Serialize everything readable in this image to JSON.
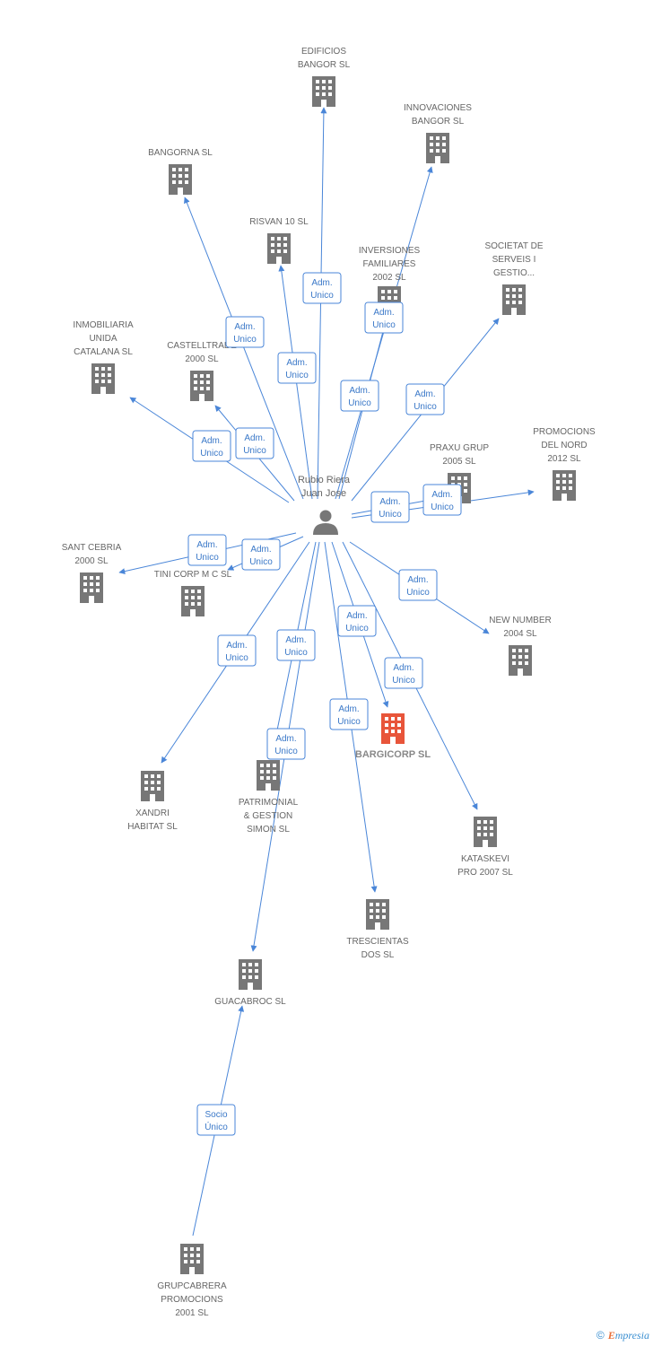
{
  "person": {
    "label_line1": "Rubio Riera",
    "label_line2": "Juan Jose"
  },
  "colors": {
    "edge": "#4a86d8",
    "company": "#777777",
    "highlight": "#e8553a"
  },
  "companies": [
    {
      "id": "edificios",
      "lines": [
        "EDIFICIOS",
        "BANGOR SL"
      ]
    },
    {
      "id": "innovaciones",
      "lines": [
        "INNOVACIONES",
        "BANGOR SL"
      ]
    },
    {
      "id": "bangorna",
      "lines": [
        "BANGORNA SL"
      ]
    },
    {
      "id": "risvan",
      "lines": [
        "RISVAN 10 SL"
      ]
    },
    {
      "id": "inversiones",
      "lines": [
        "INVERSIONES",
        "FAMILIARES",
        "2002 SL"
      ]
    },
    {
      "id": "societat",
      "lines": [
        "SOCIETAT DE",
        "SERVEIS I",
        "GESTIO..."
      ]
    },
    {
      "id": "inmobiliaria",
      "lines": [
        "INMOBILIARIA",
        "UNIDA",
        "CATALANA SL"
      ]
    },
    {
      "id": "castelltrade",
      "lines": [
        "CASTELLTRADE",
        "2000 SL"
      ]
    },
    {
      "id": "praxu",
      "lines": [
        "PRAXU GRUP",
        "2005 SL"
      ]
    },
    {
      "id": "promocions",
      "lines": [
        "PROMOCIONS",
        "DEL NORD",
        "2012  SL"
      ]
    },
    {
      "id": "santcebria",
      "lines": [
        "SANT CEBRIA",
        "2000 SL"
      ]
    },
    {
      "id": "tinicorp",
      "lines": [
        "TINI CORP M C SL"
      ]
    },
    {
      "id": "newnumber",
      "lines": [
        "NEW NUMBER",
        "2004 SL"
      ]
    },
    {
      "id": "bargicorp",
      "lines": [
        "BARGICORP SL"
      ],
      "highlight": true
    },
    {
      "id": "xandri",
      "lines": [
        "XANDRI",
        "HABITAT SL"
      ]
    },
    {
      "id": "patrimonial",
      "lines": [
        "PATRIMONIAL",
        "& GESTION",
        "SIMON SL"
      ]
    },
    {
      "id": "kataskevi",
      "lines": [
        "KATASKEVI",
        "PRO 2007 SL"
      ]
    },
    {
      "id": "trescientas",
      "lines": [
        "TRESCIENTAS",
        "DOS SL"
      ]
    },
    {
      "id": "guacabroc",
      "lines": [
        "GUACABROC SL"
      ]
    },
    {
      "id": "grupcabrera",
      "lines": [
        "GRUPCABRERA",
        "PROMOCIONS",
        "2001 SL"
      ]
    }
  ],
  "edges": [
    {
      "from": "person",
      "to": "edificios",
      "lines": [
        "Adm.",
        "Unico"
      ]
    },
    {
      "from": "person",
      "to": "innovaciones",
      "lines": [
        "Adm.",
        "Unico"
      ]
    },
    {
      "from": "person",
      "to": "bangorna",
      "lines": [
        "Adm.",
        "Unico"
      ]
    },
    {
      "from": "person",
      "to": "risvan",
      "lines": [
        "Adm.",
        "Unico"
      ]
    },
    {
      "from": "person",
      "to": "inversiones",
      "lines": [
        "Adm.",
        "Unico"
      ]
    },
    {
      "from": "person",
      "to": "societat",
      "lines": [
        "Adm.",
        "Unico"
      ]
    },
    {
      "from": "person",
      "to": "inmobiliaria",
      "lines": [
        "Adm.",
        "Unico"
      ]
    },
    {
      "from": "person",
      "to": "castelltrade",
      "lines": [
        "Adm.",
        "Unico"
      ]
    },
    {
      "from": "person",
      "to": "praxu",
      "lines": [
        "Adm.",
        "Unico"
      ]
    },
    {
      "from": "person",
      "to": "promocions",
      "lines": [
        "Adm.",
        "Unico"
      ]
    },
    {
      "from": "person",
      "to": "santcebria",
      "lines": [
        "Adm.",
        "Unico"
      ]
    },
    {
      "from": "person",
      "to": "tinicorp",
      "lines": [
        "Adm.",
        "Unico"
      ]
    },
    {
      "from": "person",
      "to": "newnumber",
      "lines": [
        "Adm.",
        "Unico"
      ]
    },
    {
      "from": "person",
      "to": "bargicorp",
      "lines": [
        "Adm.",
        "Unico"
      ]
    },
    {
      "from": "person",
      "to": "xandri",
      "lines": [
        "Adm.",
        "Unico"
      ]
    },
    {
      "from": "person",
      "to": "patrimonial",
      "lines": [
        "Adm.",
        "Unico"
      ]
    },
    {
      "from": "person",
      "to": "kataskevi",
      "lines": [
        "Adm.",
        "Unico"
      ]
    },
    {
      "from": "person",
      "to": "trescientas",
      "lines": [
        "Adm.",
        "Unico"
      ]
    },
    {
      "from": "person",
      "to": "guacabroc",
      "lines": [
        "Adm.",
        "Unico"
      ]
    },
    {
      "from": "grupcabrera",
      "to": "guacabroc",
      "lines": [
        "Socio",
        "Único"
      ]
    }
  ],
  "footer": {
    "copyright": "©",
    "brand_initial": "E",
    "brand_rest": "mpresia"
  }
}
